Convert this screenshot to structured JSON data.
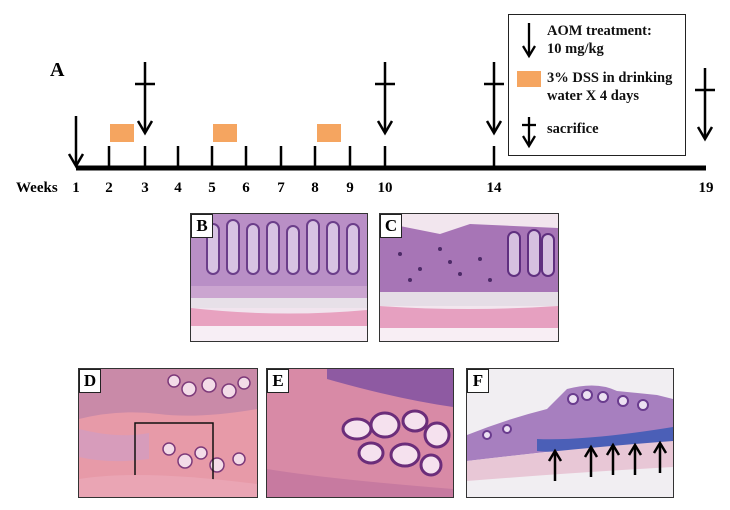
{
  "figure": {
    "panel_a_label": "A",
    "weeks_label": "Weeks",
    "week_ticks": [
      "1",
      "2",
      "3",
      "4",
      "5",
      "6",
      "7",
      "8",
      "9",
      "10",
      "14",
      "19"
    ],
    "legend": {
      "aom_line1": "AOM treatment:",
      "aom_line2": "10 mg/kg",
      "dss_line1": "3% DSS in drinking",
      "dss_line2": "water X 4 days",
      "sacrifice": "sacrifice"
    },
    "colors": {
      "dss_block": "#f5a560",
      "axis": "#000000"
    },
    "panels": [
      {
        "label": "B",
        "description": "normal colon histology"
      },
      {
        "label": "C",
        "description": "inflamed colon histology"
      },
      {
        "label": "D",
        "description": "tumor low magnification with inset"
      },
      {
        "label": "E",
        "description": "tumor high magnification"
      },
      {
        "label": "F",
        "description": "colon section with arrows"
      }
    ]
  }
}
